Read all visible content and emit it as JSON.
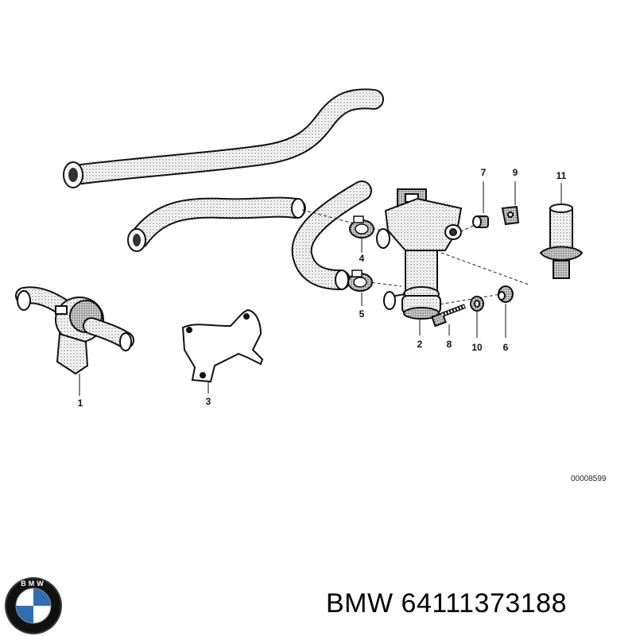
{
  "diagram": {
    "callouts": {
      "p1": "1",
      "p2": "2",
      "p3": "3",
      "p4": "4",
      "p5": "5",
      "p6": "6",
      "p7": "7",
      "p8": "8",
      "p9": "9",
      "p10": "10",
      "p11": "11"
    },
    "reference_code": "00008599"
  },
  "footer": {
    "brand": "BMW",
    "part_number": "64111373188"
  },
  "logo": {
    "letters": "BMW",
    "colors": {
      "blue": "#2f6fb5",
      "ring": "#111111",
      "white": "#ffffff"
    }
  }
}
